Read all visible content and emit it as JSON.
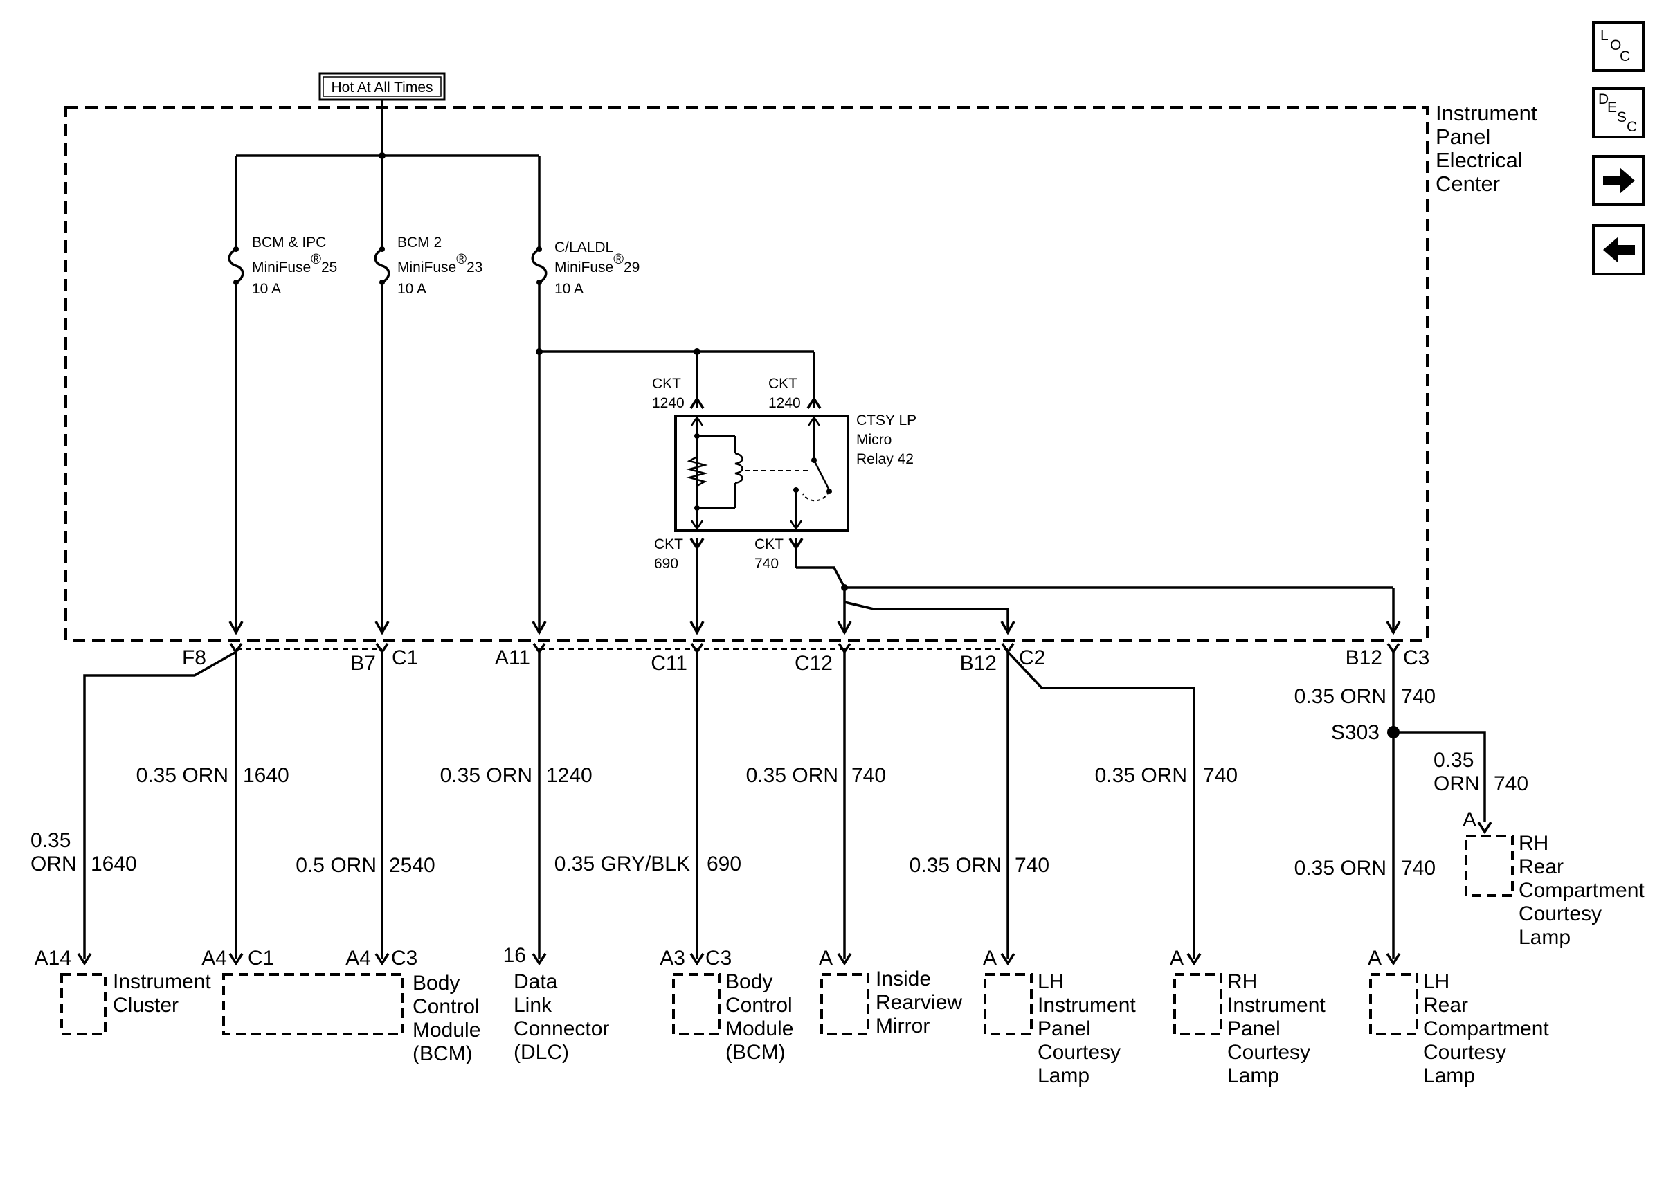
{
  "nav": {
    "loc": {
      "l": "L",
      "o": "O",
      "c": "C"
    },
    "desc": {
      "d": "D",
      "e": "E",
      "s": "S",
      "c": "C"
    }
  },
  "hot_label": "Hot At All Times",
  "ipec_label": [
    "Instrument",
    "Panel",
    "Electrical",
    "Center"
  ],
  "fuses": [
    {
      "name": "BCM & IPC",
      "type": "MiniFuse",
      "reg": "®",
      "num": "25",
      "rating": "10 A"
    },
    {
      "name": "BCM 2",
      "type": "MiniFuse",
      "reg": "®",
      "num": "23",
      "rating": "10 A"
    },
    {
      "name": "C/LALDL",
      "type": "MiniFuse",
      "reg": "®",
      "num": "29",
      "rating": "10 A"
    }
  ],
  "relay": {
    "label": [
      "CTSY LP",
      "Micro",
      "Relay 42"
    ],
    "ckt_top_left": [
      "CKT",
      "1240"
    ],
    "ckt_top_right": [
      "CKT",
      "1240"
    ],
    "ckt_bot_left": [
      "CKT",
      "690"
    ],
    "ckt_bot_right": [
      "CKT",
      "740"
    ]
  },
  "pins": {
    "f8": "F8",
    "b7": "B7",
    "c1": "C1",
    "a11": "A11",
    "c11": "C11",
    "c12": "C12",
    "b12a": "B12",
    "c2": "C2",
    "b12b": "B12",
    "c3": "C3"
  },
  "wires": {
    "w1640a": {
      "size": "0.35 ORN",
      "ckt": "1640"
    },
    "w1640b": {
      "size": [
        "0.35",
        "ORN"
      ],
      "ckt": "1640"
    },
    "w2540": {
      "size": "0.5 ORN",
      "ckt": "2540"
    },
    "w1240": {
      "size": "0.35 ORN",
      "ckt": "1240"
    },
    "w690": {
      "size": "0.35 GRY/BLK",
      "ckt": "690"
    },
    "w740a": {
      "size": "0.35 ORN",
      "ckt": "740"
    },
    "w740b": {
      "size": "0.35 ORN",
      "ckt": "740"
    },
    "w740c": {
      "size": "0.35 ORN",
      "ckt": "740"
    },
    "w740d": {
      "size": "0.35 ORN",
      "ckt": "740"
    },
    "w740e": {
      "size": "0.35 ORN",
      "ckt": "740"
    },
    "w740f": {
      "size": [
        "0.35",
        "ORN"
      ],
      "ckt": "740"
    }
  },
  "splice": "S303",
  "components": {
    "ic": {
      "pin": "A14",
      "name": [
        "Instrument",
        "Cluster"
      ]
    },
    "bcm1": {
      "pin_a": "A4",
      "conn_a": "C1",
      "pin_b": "A4",
      "conn_b": "C3",
      "name": [
        "Body",
        "Control",
        "Module",
        "(BCM)"
      ]
    },
    "dlc": {
      "pin": "16",
      "name": [
        "Data",
        "Link",
        "Connector",
        "(DLC)"
      ]
    },
    "bcm2": {
      "pin": "A3",
      "conn": "C3",
      "name": [
        "Body",
        "Control",
        "Module",
        "(BCM)"
      ]
    },
    "mirror": {
      "pin": "A",
      "name": [
        "Inside",
        "Rearview",
        "Mirror"
      ]
    },
    "lh_ip": {
      "pin": "A",
      "name": [
        "LH",
        "Instrument",
        "Panel",
        "Courtesy",
        "Lamp"
      ]
    },
    "rh_ip": {
      "pin": "A",
      "name": [
        "RH",
        "Instrument",
        "Panel",
        "Courtesy",
        "Lamp"
      ]
    },
    "lh_rear": {
      "pin": "A",
      "name": [
        "LH",
        "Rear",
        "Compartment",
        "Courtesy",
        "Lamp"
      ]
    },
    "rh_rear": {
      "pin": "A",
      "name": [
        "RH",
        "Rear",
        "Compartment",
        "Courtesy",
        "Lamp"
      ]
    }
  }
}
